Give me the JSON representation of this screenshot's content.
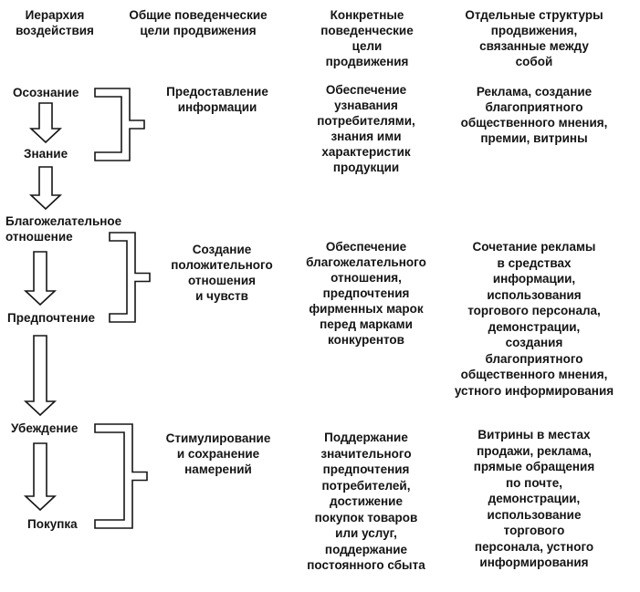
{
  "headers": [
    "Иерархия\nвоздействия",
    "Общие поведенческие\nцели продвижения",
    "Конкретные\nповеденческие\nцели\nпродвижения",
    "Отдельные структуры\nпродвижения,\nсвязанные между\nсобой"
  ],
  "rows": [
    {
      "stages": [
        "Осознание",
        "Знание"
      ],
      "general_goal": "Предоставление\nинформации",
      "specific_goal": "Обеспечение\nузнавания\nпотребителями,\nзнания ими\nхарактеристик\nпродукции",
      "structures": "Реклама, создание\nблагоприятного\nобщественного мнения,\nпремии, витрины"
    },
    {
      "stages": [
        "Благожелательное\nотношение",
        "Предпочтение"
      ],
      "general_goal": "Создание\nположительного\nотношения\nи чувств",
      "specific_goal": "Обеспечение\nблагожелательного\nотношения,\nпредпочтения\nфирменных марок\nперед марками\nконкурентов",
      "structures": "Сочетание рекламы\nв средствах\nинформации,\nиспользования\nторгового персонала,\nдемонстрации,\nсоздания\nблагоприятного\nобщественного мнения,\nустного информирования"
    },
    {
      "stages": [
        "Убеждение",
        "Покупка"
      ],
      "general_goal": "Стимулирование\nи сохранение\nнамерений",
      "specific_goal": "Поддержание\nзначительного\nпредпочтения\nпотребителей,\nдостижение\nпокупок товаров\nили услуг,\nподдержание\nпостоянного сбыта",
      "structures": "Витрины в местах\nпродажи, реклама,\nпрямые обращения\nпо почте,\nдемонстрации,\nиспользование\nторгового\nперсонала, устного\nинформирования"
    }
  ]
}
